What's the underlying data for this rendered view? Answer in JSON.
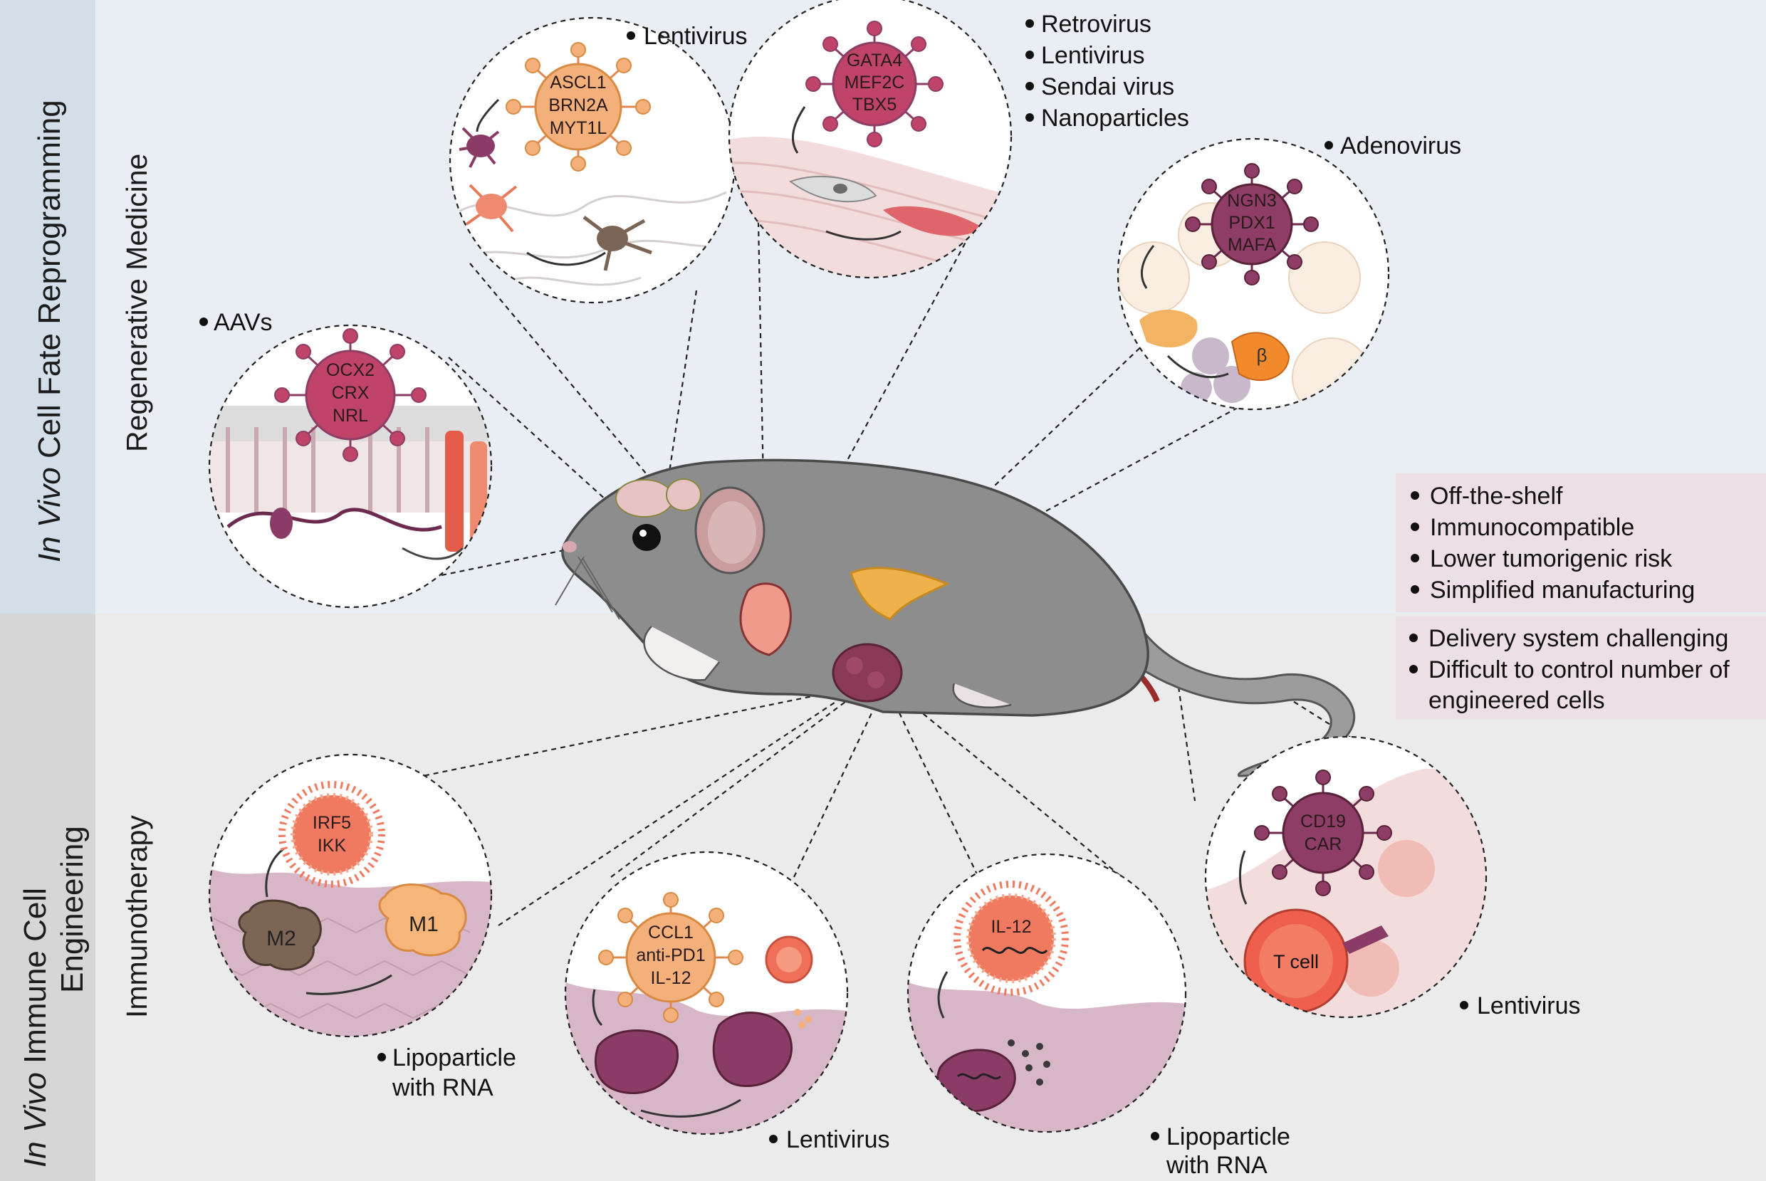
{
  "sections": {
    "top": {
      "title_italic": "In Vivo",
      "title_rest": " Cell Fate Reprogramming",
      "subtitle": "Regenerative Medicine"
    },
    "bottom": {
      "title_line1_italic": "In Vivo",
      "title_line1_rest": " Immune Cell",
      "title_line2": "Engineering",
      "subtitle": "Immunotherapy"
    }
  },
  "insets": {
    "retina": {
      "vector": [
        "AAVs"
      ],
      "factors": [
        "OCX2",
        "CRX",
        "NRL"
      ]
    },
    "neuron": {
      "vector": [
        "Lentivirus"
      ],
      "factors": [
        "ASCL1",
        "BRN2A",
        "MYT1L"
      ]
    },
    "heart": {
      "vector": [
        "Retrovirus",
        "Lentivirus",
        "Sendai virus",
        "Nanoparticles"
      ],
      "factors": [
        "GATA4",
        "MEF2C",
        "TBX5"
      ]
    },
    "pancreas": {
      "vector": [
        "Adenovirus"
      ],
      "factors": [
        "NGN3",
        "PDX1",
        "MAFA"
      ],
      "cell_label": "β"
    },
    "macrophage": {
      "vector": [
        "Lipoparticle",
        "with RNA"
      ],
      "factors": [
        "IRF5",
        "IKK"
      ],
      "m2": "M2",
      "m1": "M1"
    },
    "tumor_lenti": {
      "vector": [
        "Lentivirus"
      ],
      "factors": [
        "CCL1",
        "anti-PD1",
        "IL-12"
      ]
    },
    "il12": {
      "vector": [
        "Lipoparticle",
        "with RNA"
      ],
      "factors": [
        "IL-12"
      ]
    },
    "car_t": {
      "vector": [
        "Lentivirus"
      ],
      "factors": [
        "CD19",
        "CAR"
      ],
      "cell_label": "T cell"
    }
  },
  "pros": [
    "Off-the-shelf",
    "Immunocompatible",
    "Lower tumorigenic risk",
    "Simplified manufacturing"
  ],
  "cons": [
    "Delivery system challenging",
    "Difficult to control number of",
    "engineered cells"
  ],
  "colors": {
    "top_bg": "#e9eef5",
    "bottom_bg": "#ebebeb",
    "side_top": "#d3dee9",
    "side_bottom": "#d6d6d6",
    "pros_box": "#ecdfe5",
    "cons_box": "#ecdfe5",
    "mouse": "#8d8d8d",
    "virus_orange": "#f4b07a",
    "virus_magenta": "#c0446a",
    "virus_plum": "#8d3d66"
  }
}
